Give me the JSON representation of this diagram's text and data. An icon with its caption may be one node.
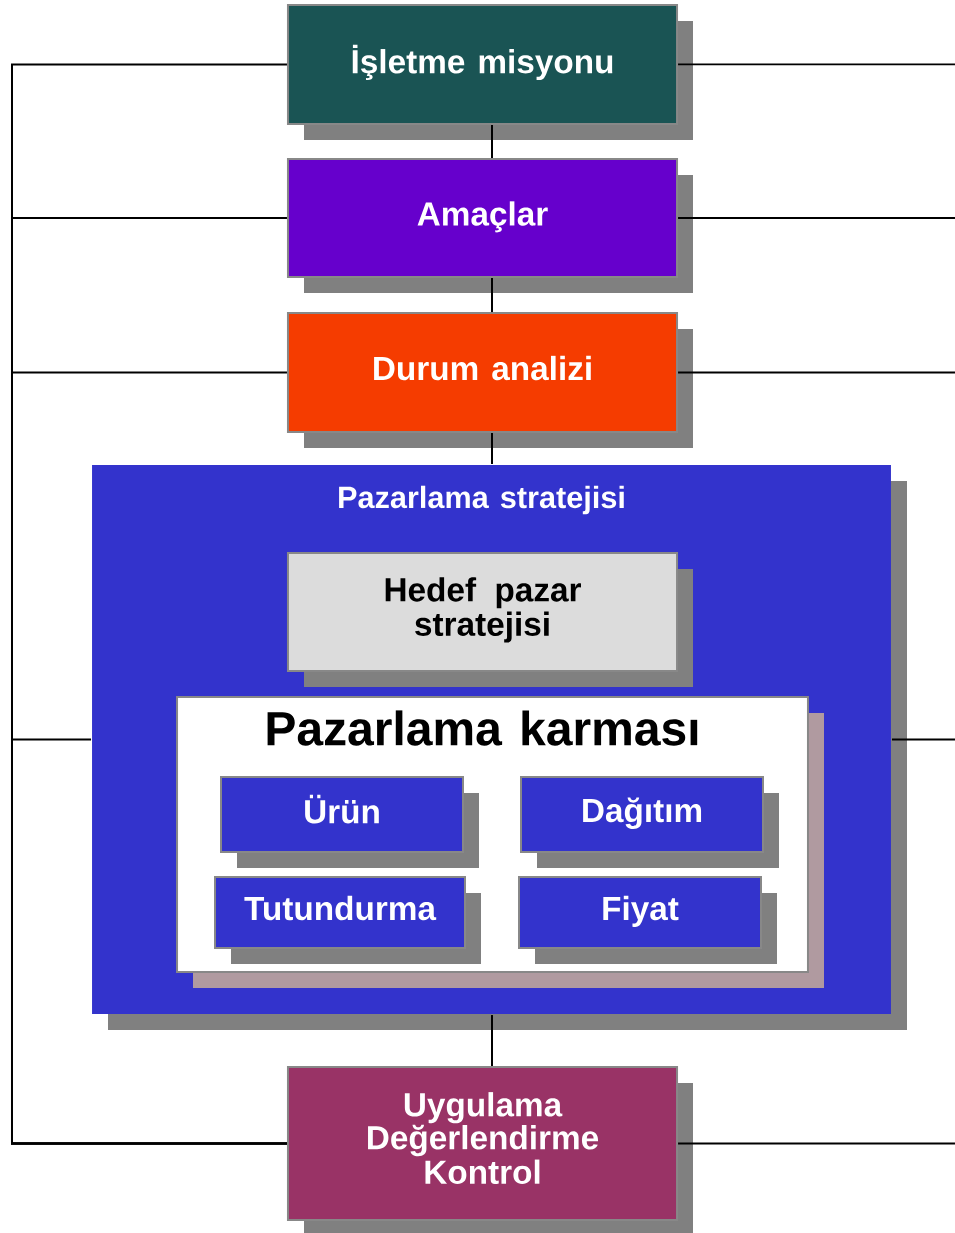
{
  "diagram": {
    "nodes": [
      {
        "text": [
          "İşletme misyonu"
        ]
      },
      {
        "text": [
          "Amaçlar"
        ]
      },
      {
        "text": [
          "Durum analizi"
        ]
      },
      {
        "text": [
          "Pazarlama stratejisi"
        ]
      },
      {
        "text": [
          "Hedef pazar stratejisi"
        ],
        "in": 3
      },
      {
        "text": [
          "Pazarlama karması"
        ],
        "in": 3
      },
      {
        "text": [
          "Ürün"
        ],
        "in": 5
      },
      {
        "text": [
          "Dağıtım"
        ],
        "in": 5
      },
      {
        "text": [
          "Tutundurma"
        ],
        "in": 5
      },
      {
        "text": [
          "Fiyat"
        ],
        "in": 5
      },
      {
        "text": [
          "Uygulama Değerlendirme Kontrol"
        ]
      }
    ],
    "edges": [
      {
        "from": 0,
        "to": 1,
        "arrow": "none"
      },
      {
        "from": 1,
        "to": 2,
        "arrow": "none"
      },
      {
        "from": 2,
        "to": 3,
        "arrow": "none"
      },
      {
        "from": 3,
        "to": 10,
        "arrow": "none"
      },
      {
        "from": 10,
        "to": 0,
        "arrow": "none"
      },
      {
        "from": 10,
        "to": 1,
        "arrow": "none"
      },
      {
        "from": 10,
        "to": 2,
        "arrow": "none"
      },
      {
        "from": 10,
        "to": 3,
        "arrow": "none"
      },
      {
        "from": 0,
        "to": null,
        "arrow": "none"
      },
      {
        "from": 1,
        "to": null,
        "arrow": "none"
      },
      {
        "from": 2,
        "to": null,
        "arrow": "none"
      },
      {
        "from": 3,
        "to": null,
        "arrow": "none"
      },
      {
        "from": 10,
        "to": null,
        "arrow": "none"
      }
    ]
  }
}
